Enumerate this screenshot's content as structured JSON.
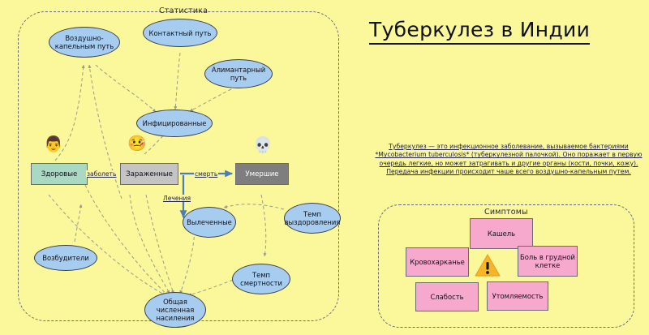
{
  "page": {
    "background_color": "#fbf89c",
    "title": "Туберкулез в Индии"
  },
  "statistics_container": {
    "label": "Статистика",
    "ellipse_nodes": [
      {
        "id": "airborne",
        "label": "Воздушно-\nкапельным путь"
      },
      {
        "id": "contact",
        "label": "Контактный путь"
      },
      {
        "id": "alimentary",
        "label": "Алимантарный\nпуть"
      },
      {
        "id": "infected-e",
        "label": "Инфицированные"
      },
      {
        "id": "pathogens",
        "label": "Возбудители"
      },
      {
        "id": "cured",
        "label": "Вылеченные"
      },
      {
        "id": "recovery",
        "label": "Темп\nвыздоровления"
      },
      {
        "id": "mortality",
        "label": "Темп\nсмертности"
      },
      {
        "id": "population",
        "label": "Общая\nчисленная\nнасиления"
      }
    ],
    "rect_nodes": [
      {
        "id": "healthy",
        "label": "Здоровые",
        "color": "#a9d8c3",
        "emoji": "👨"
      },
      {
        "id": "infected",
        "label": "Зараженные",
        "color": "#c4c4c4",
        "emoji": "🤒"
      },
      {
        "id": "dead",
        "label": "Умершие",
        "color": "#7e7e7e",
        "emoji": "💀"
      }
    ],
    "edge_labels": [
      {
        "id": "fall-ill",
        "label": "заболеть"
      },
      {
        "id": "death",
        "label": "смерть"
      },
      {
        "id": "treatment",
        "label": "Лечения"
      }
    ]
  },
  "description": {
    "text": "Туберкулез — это инфекционное заболевание, вызываемое бактериями *Mycobacterium tuberculosis* (туберкулезной палочкой). Оно поражает в первую очередь легкие, но может затрагивать и другие органы (кости, почки, кожу). Передача инфекции происходит чаше всего воздушно-капельным путем."
  },
  "symptoms_container": {
    "label": "Симптомы",
    "warning_icon": "warning-triangle-icon",
    "items": [
      {
        "id": "cough",
        "label": "Кашель"
      },
      {
        "id": "hemoptysis",
        "label": "Кровохарканье"
      },
      {
        "id": "chest-pain",
        "label": "Боль в грудной\nклетке"
      },
      {
        "id": "weakness",
        "label": "Слабость"
      },
      {
        "id": "fatigue",
        "label": "Утомляемость"
      }
    ]
  },
  "colors": {
    "ellipse_fill": "#a6cdf0",
    "symptom_fill": "#f7a8cd",
    "healthy_fill": "#a9d8c3",
    "infected_fill": "#c4c4c4",
    "dead_fill": "#7e7e7e",
    "arrow_solid": "#4a7ebb",
    "arrow_dashed": "#9a9a8a",
    "text": "#101018",
    "description_text": "#1c1c4a"
  }
}
